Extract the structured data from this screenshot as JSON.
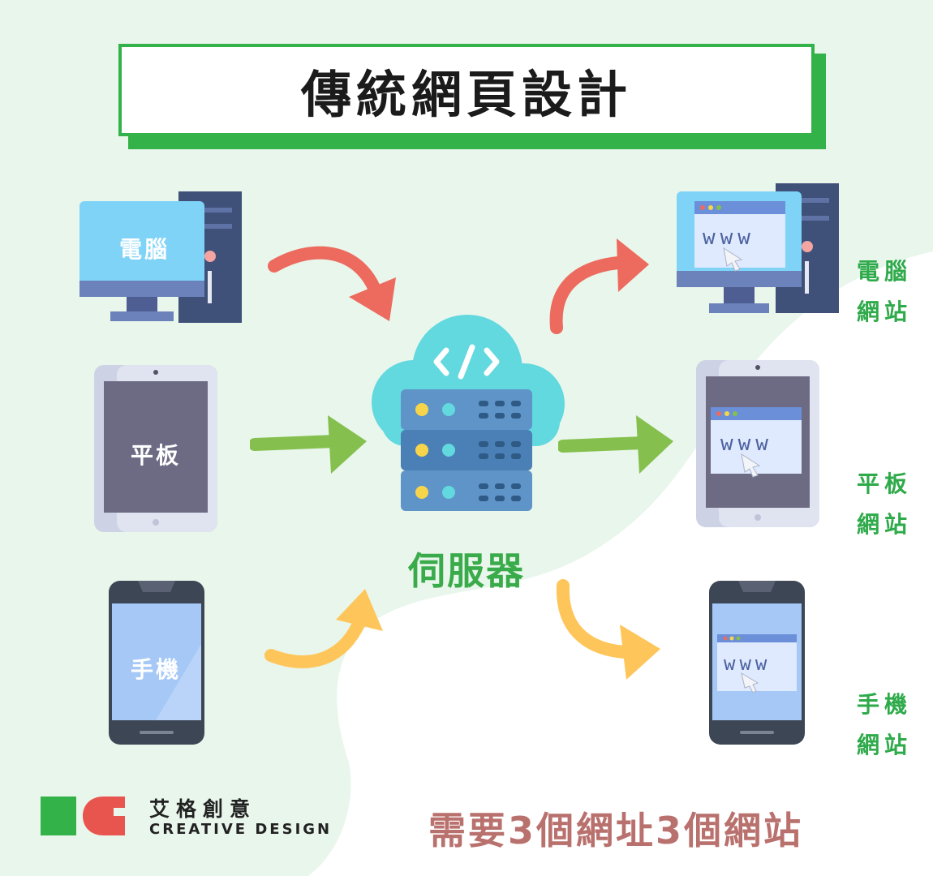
{
  "title": "傳統網頁設計",
  "devices": {
    "computer_label": "電腦",
    "tablet_label": "平板",
    "phone_label": "手機"
  },
  "server_label": "伺服器",
  "sites": {
    "computer_site": [
      "電腦",
      "網站"
    ],
    "tablet_site": [
      "平板",
      "網站"
    ],
    "phone_site": [
      "手機",
      "網站"
    ],
    "www_text": "www"
  },
  "bottom_note": "需要3個網址3個網站",
  "brand": {
    "name_zh": "艾格創意",
    "name_en": "CREATIVE DESIGN"
  },
  "colors": {
    "brand_green": "#33b249",
    "label_green": "#2eaa4a",
    "arrow_red": "#ec6b5e",
    "arrow_green": "#85c04e",
    "arrow_yellow": "#fec65a",
    "note_color": "#b9716e",
    "background_tint": "#e9f6ec"
  }
}
